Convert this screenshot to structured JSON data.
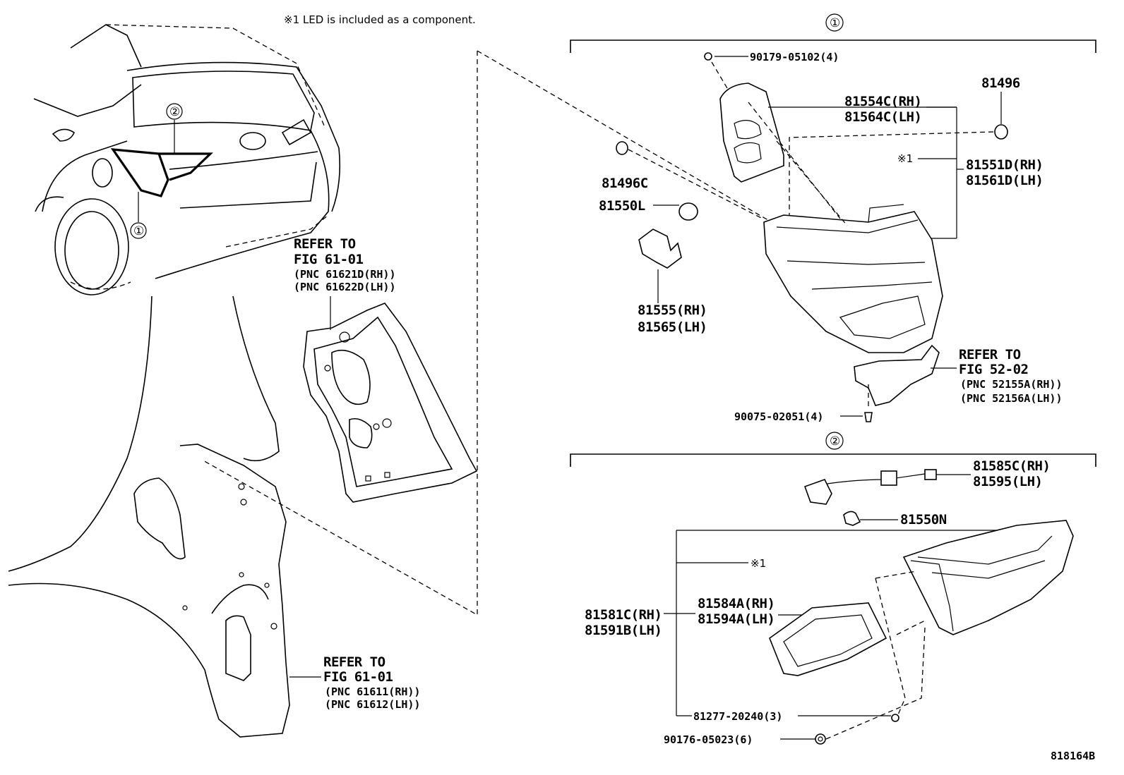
{
  "note": "※1 LED is included as a component.",
  "figure_id": "818164B",
  "callouts": {
    "c1": "①",
    "c2": "②"
  },
  "car_callouts": {
    "c1": "①",
    "c2": "②"
  },
  "refer_left_upper": {
    "title": "REFER TO",
    "fig": "FIG 61-01",
    "pnc_rh": "(PNC 61621D(RH))",
    "pnc_lh": "(PNC 61622D(LH))"
  },
  "refer_left_lower": {
    "title": "REFER TO",
    "fig": "FIG 61-01",
    "pnc_rh": "(PNC 61611(RH))",
    "pnc_lh": "(PNC 61612(LH))"
  },
  "refer_right": {
    "title": "REFER TO",
    "fig": "FIG 52-02",
    "pnc_rh": "(PNC 52155A(RH))",
    "pnc_lh": "(PNC 52156A(LH))"
  },
  "group1": {
    "p90179": "90179-05102(4)",
    "p81554": "81554C(RH)",
    "p81564": "81564C(LH)",
    "p81496": "81496",
    "led_mark": "※1",
    "p81551": "81551D(RH)",
    "p81561": "81561D(LH)",
    "p81496c": "81496C",
    "p81550l": "81550L",
    "p81555": "81555(RH)",
    "p81565": "81565(LH)",
    "p90075": "90075-02051(4)"
  },
  "group2": {
    "p81585": "81585C(RH)",
    "p81595": "81595(LH)",
    "p81550n": "81550N",
    "led_mark": "※1",
    "p81581": "81581C(RH)",
    "p81591": "81591B(LH)",
    "p81584": "81584A(RH)",
    "p81594": "81594A(LH)",
    "p81277": "81277-20240(3)",
    "p90176": "90176-05023(6)"
  }
}
